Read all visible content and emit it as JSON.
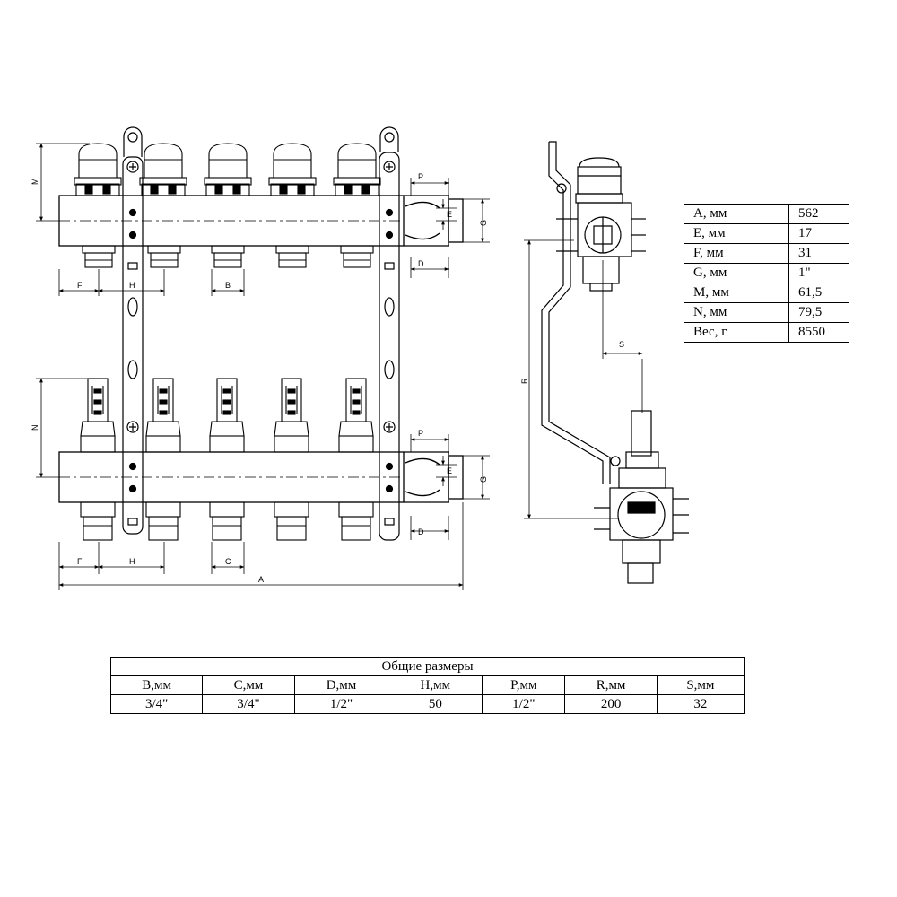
{
  "drawing": {
    "dimension_labels": {
      "M": "M",
      "N": "N",
      "P": "P",
      "E": "E",
      "G": "G",
      "D": "D",
      "F": "F",
      "H": "H",
      "B": "B",
      "C": "C",
      "A": "A",
      "R": "R",
      "S": "S"
    }
  },
  "side_table": {
    "rows": [
      {
        "key": "A, мм",
        "value": "562"
      },
      {
        "key": "E, мм",
        "value": "17"
      },
      {
        "key": "F, мм",
        "value": "31"
      },
      {
        "key": "G, мм",
        "value": "1\""
      },
      {
        "key": "M, мм",
        "value": "61,5"
      },
      {
        "key": "N, мм",
        "value": "79,5"
      },
      {
        "key": "Вес, г",
        "value": "8550"
      }
    ]
  },
  "general_table": {
    "title": "Общие размеры",
    "headers": [
      "B,мм",
      "C,мм",
      "D,мм",
      "H,мм",
      "P,мм",
      "R,мм",
      "S,мм"
    ],
    "values": [
      "3/4\"",
      "3/4\"",
      "1/2\"",
      "50",
      "1/2\"",
      "200",
      "32"
    ]
  }
}
